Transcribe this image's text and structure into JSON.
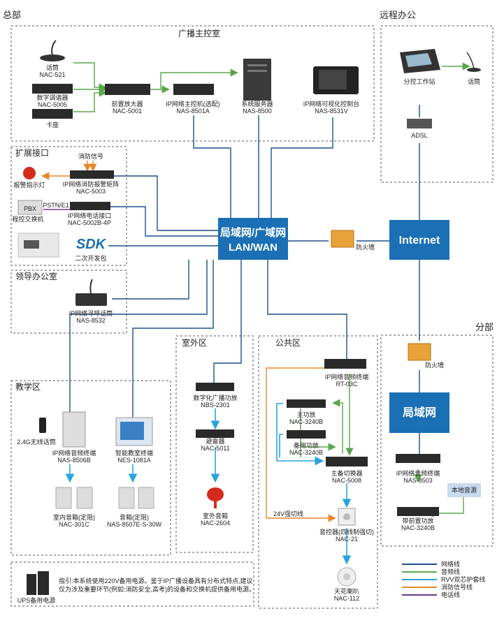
{
  "regions": {
    "hq": "总部",
    "remote": "远程办公",
    "branch": "分部"
  },
  "sections": {
    "broadcast_room": "广播主控室",
    "expansion": "扩展接口",
    "leader_office": "领导办公室",
    "outdoor": "室外区",
    "public": "公共区",
    "teaching": "教学区"
  },
  "devices": {
    "mic": {
      "name": "话筒",
      "model": "NAC-521"
    },
    "tuner": {
      "name": "数字调谐器",
      "model": "NAC-5005"
    },
    "cassette": {
      "name": "卡座"
    },
    "pre_amp": {
      "name": "前置放大器",
      "model": "NAC-5001"
    },
    "ip_host": {
      "name": "IP网络主控机(选配)",
      "model": "NAS-8501A"
    },
    "server": {
      "name": "系统服务器",
      "model": "NAS-8500"
    },
    "console": {
      "name": "IP网络可视化控制台",
      "model": "NAS-8531V"
    },
    "remote_ws": {
      "name": "分控工作站"
    },
    "remote_mic": {
      "name": "话筒"
    },
    "adsl": {
      "name": "ADSL"
    },
    "fire_signal": {
      "name": "消防信号"
    },
    "alarm_light": {
      "name": "报警指示灯"
    },
    "fire_matrix": {
      "name": "IP网络消防报警矩阵",
      "model": "NAC-5003"
    },
    "pbx": {
      "name": "程控交换机",
      "label": "PBX"
    },
    "pstn": {
      "label": "PSTN/E1"
    },
    "phone_if": {
      "name": "IP网络电话接口",
      "model": "NAC-5002B-4P"
    },
    "sdk": {
      "name": "二次开发包",
      "label": "SDK"
    },
    "paging_mic": {
      "name": "IP网络寻呼话筒",
      "model": "NAS-8532"
    },
    "firewall_hq": {
      "name": "防火墙"
    },
    "firewall_branch": {
      "name": "防火墙"
    },
    "outdoor_amp": {
      "name": "数字化广播功放",
      "model": "NBS-2301"
    },
    "arrester": {
      "name": "避雷器",
      "model": "NAC-5011"
    },
    "outdoor_spk": {
      "name": "室外音箱",
      "model": "NAC-2604"
    },
    "public_term": {
      "name": "IP网络音频终端",
      "model": "RT-03C"
    },
    "main_amp": {
      "name": "主功放",
      "model": "NAC-3240B"
    },
    "backup_amp": {
      "name": "备用功放",
      "model": "NAC-3240B"
    },
    "switcher": {
      "name": "主备切换器",
      "model": "NAC-5008"
    },
    "vol_ctrl": {
      "name": "音控器(四线制强切)",
      "model": "NAC-21"
    },
    "ceiling_spk": {
      "name": "天花喇叭",
      "model": "NAC-112"
    },
    "wireless_mic": {
      "name": "2.4G无线话筒"
    },
    "teach_term": {
      "name": "IP网络音频终端",
      "model": "NAS-8506B"
    },
    "indoor_spk": {
      "name": "室内音箱(定阻)",
      "model": "NAC-301C"
    },
    "smart_term": {
      "name": "智能教室终端",
      "model": "NES-1081A"
    },
    "smart_spk": {
      "name": "音箱(定阻)",
      "model": "NAS-8507E-S-30W"
    },
    "branch_term": {
      "name": "IP网络音频终端",
      "model": "NAS-8503"
    },
    "branch_amp": {
      "name": "带前置功放",
      "model": "NAC-3240B"
    },
    "local_src": {
      "name": "本地音源"
    },
    "ups": {
      "name": "UPS备用电源"
    }
  },
  "hubs": {
    "lan_line1": "局域网/广域网",
    "lan_line2": "LAN/WAN",
    "internet": "Internet",
    "branch_lan": "局域网"
  },
  "labels": {
    "v24": "24V强切线"
  },
  "note": {
    "line1": "指引:本系统使用220V备用电源。鉴于IP广播设备具有分布式特点,建议",
    "line2": "仅为涉及重要环节(例如:消防安全,高考)的设备和交换机提供备用电源。"
  },
  "legend": [
    {
      "label": "网络线",
      "color": "#1b4f8c"
    },
    {
      "label": "音频线",
      "color": "#5aa64a"
    },
    {
      "label": "RVV双芯护套线",
      "color": "#2aa3dd"
    },
    {
      "label": "消防信号线",
      "color": "#e8872a"
    },
    {
      "label": "电话线",
      "color": "#6a3a8c"
    }
  ],
  "colors": {
    "network": "#1b4f8c",
    "audio": "#5aa64a",
    "rvv": "#2aa3dd",
    "fire": "#e8872a",
    "phone": "#6a3a8c",
    "hub_fill": "#1a6fb5"
  }
}
